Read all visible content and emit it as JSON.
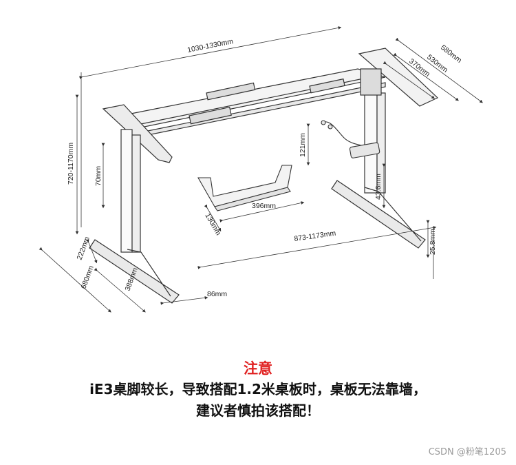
{
  "dimensions": {
    "top_width": "1030-1330mm",
    "bracket_depth": "580mm",
    "bracket_mid": "530mm",
    "bracket_inner": "370mm",
    "height_range": "720-1170mm",
    "upper_gap": "70mm",
    "controller_height": "121mm",
    "tray_length": "396mm",
    "tray_depth": "130mm",
    "leg_height_right": "43.6mm",
    "foot_span": "873-1173mm",
    "foot_thickness": "25.8mm",
    "foot_222": "222mm",
    "foot_depth": "680mm",
    "foot_388": "388mm",
    "foot_width": "86mm"
  },
  "note": {
    "title": "注意",
    "line1": "iE3桌脚较长，导致搭配1.2米桌板时，桌板无法靠墙，",
    "line2": "建议者慎拍该搭配！"
  },
  "watermark": "CSDN @粉笔1205",
  "colors": {
    "note_title": "#e02020",
    "line": "#333333"
  }
}
